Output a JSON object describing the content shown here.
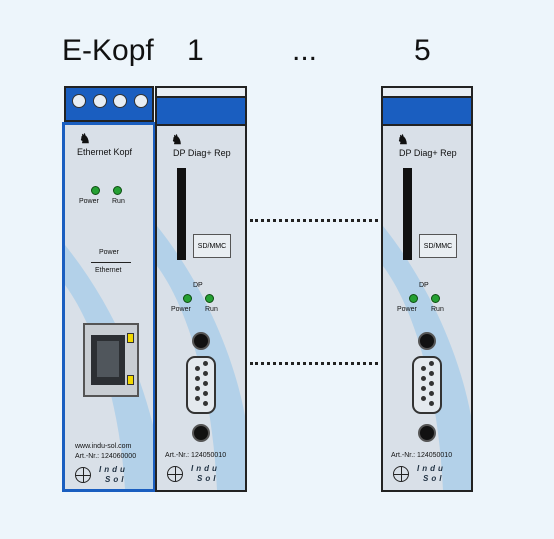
{
  "labels": {
    "ekopf": "E-Kopf",
    "one": "1",
    "ellipsis": "...",
    "five": "5"
  },
  "head_module": {
    "title": "Ethernet Kopf",
    "led_power": "Power",
    "led_run": "Run",
    "divider_top": "Power",
    "divider_bottom": "Ethernet",
    "website": "www.indu-sol.com",
    "art_nr": "Art.-Nr.: 124060000",
    "logo_top": "Indu",
    "logo_bottom": "Sol"
  },
  "rep_module": {
    "title": "DP Diag+ Rep",
    "sd_label": "SD/MMC",
    "dp_label": "DP",
    "led_power": "Power",
    "led_run": "Run",
    "art_nr": "Art.-Nr.: 124050010",
    "logo_top": "Indu",
    "logo_bottom": "Sol"
  },
  "colors": {
    "accent_blue": "#1a5ec0",
    "led_green": "#25a033",
    "panel": "#d9e0e8"
  }
}
